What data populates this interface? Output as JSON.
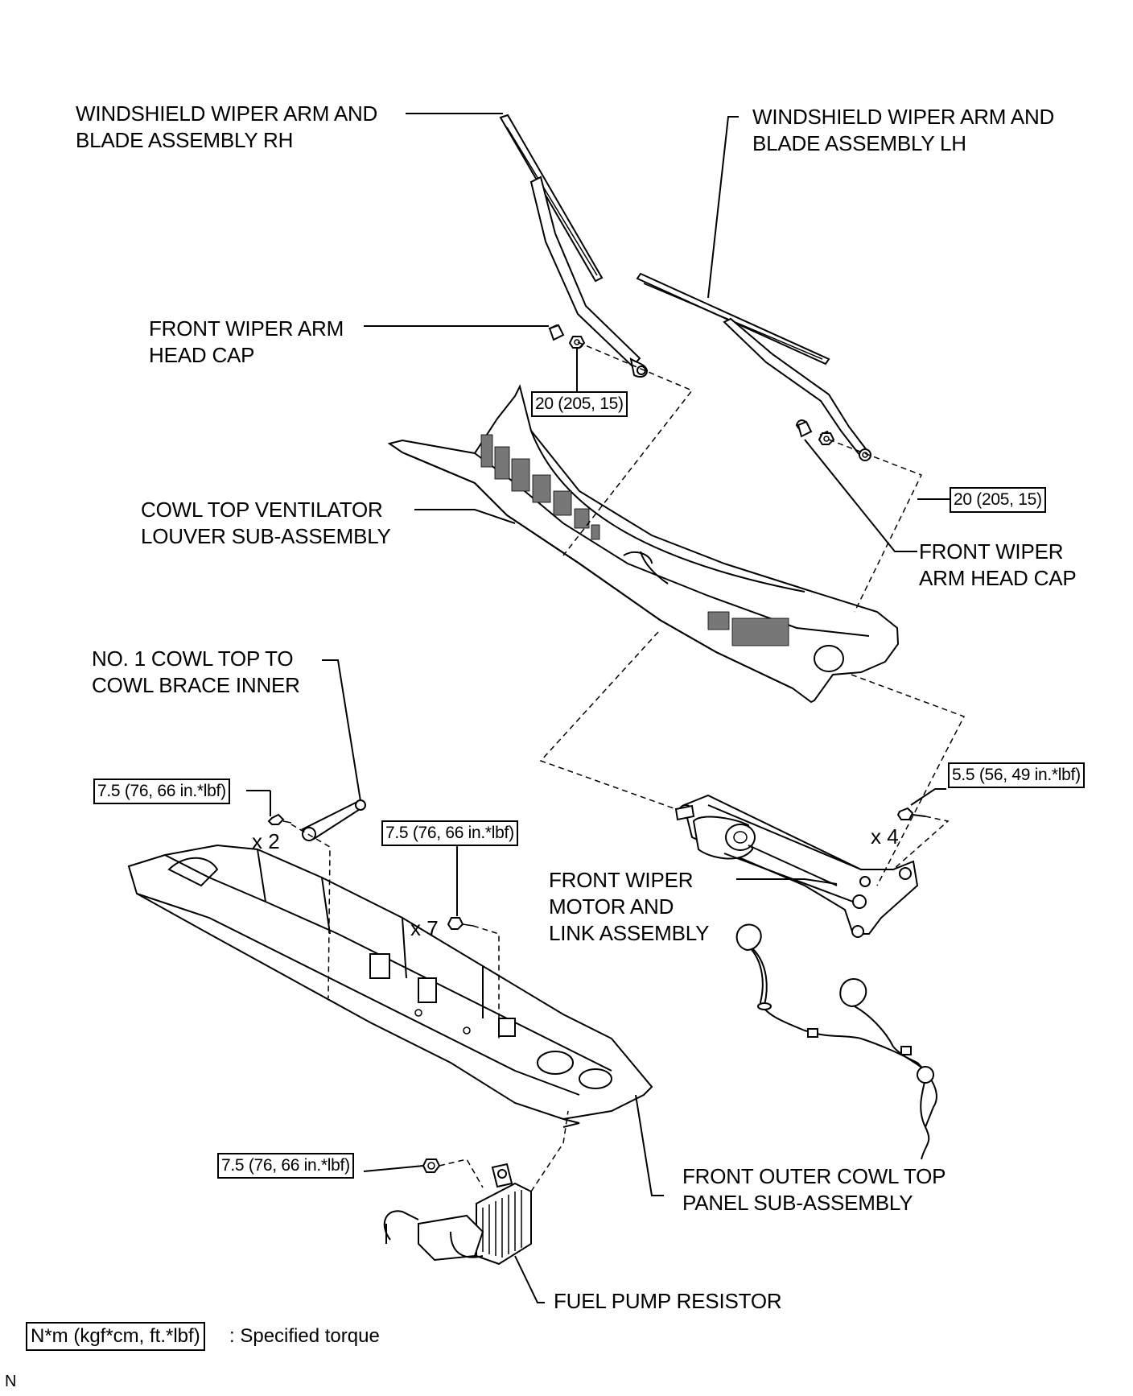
{
  "labels": {
    "wiper_rh": [
      "WINDSHIELD WIPER ARM AND",
      "BLADE ASSEMBLY RH"
    ],
    "wiper_lh": [
      "WINDSHIELD WIPER ARM AND",
      "BLADE ASSEMBLY LH"
    ],
    "head_cap_left": [
      "FRONT WIPER ARM",
      "HEAD CAP"
    ],
    "head_cap_right": [
      "FRONT WIPER",
      "ARM HEAD CAP"
    ],
    "cowl_louver": [
      "COWL TOP VENTILATOR",
      "LOUVER SUB-ASSEMBLY"
    ],
    "cowl_brace": [
      "NO. 1 COWL TOP TO",
      "COWL BRACE INNER"
    ],
    "wiper_motor": [
      "FRONT WIPER",
      "MOTOR AND",
      "LINK ASSEMBLY"
    ],
    "outer_cowl": [
      "FRONT OUTER COWL TOP",
      "PANEL SUB-ASSEMBLY"
    ],
    "fuel_pump_resistor": "FUEL PUMP RESISTOR"
  },
  "torques": {
    "wiper_nut_rh": "20 (205, 15)",
    "wiper_nut_lh": "20 (205, 15)",
    "brace_bolt": "7.5 (76, 66 in.*lbf)",
    "panel_bolt": "7.5 (76, 66 in.*lbf)",
    "resistor_nut": "7.5 (76, 66 in.*lbf)",
    "motor_bolt": "5.5 (56, 49 in.*lbf)"
  },
  "quantities": {
    "brace_bolt": "x 2",
    "panel_bolt": "x 7",
    "motor_bolt": "x 4"
  },
  "legend": {
    "unit_box": "N*m (kgf*cm, ft.*lbf)",
    "description": ": Specified torque"
  },
  "corner_mark": "N"
}
